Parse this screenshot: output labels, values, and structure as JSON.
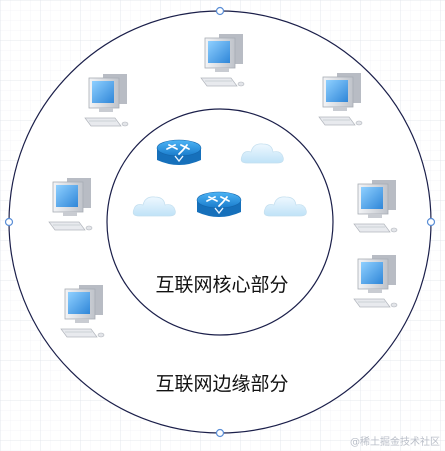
{
  "diagram": {
    "core_label": "互联网核心部分",
    "edge_label": "互联网边缘部分",
    "watermark": "@稀土掘金技术社区",
    "colors": {
      "grid": "#e6e9f0",
      "ring_stroke": "#1b1f4a",
      "handle_stroke": "#5a8ed6",
      "screen": "#4da3ee",
      "router": "#1b7fd1",
      "cloud": "#d4ecfb",
      "watermark": "#b9bec8"
    },
    "computers": [
      {
        "id": "pc-1"
      },
      {
        "id": "pc-2"
      },
      {
        "id": "pc-3"
      },
      {
        "id": "pc-4"
      },
      {
        "id": "pc-5"
      },
      {
        "id": "pc-6"
      },
      {
        "id": "pc-7"
      },
      {
        "id": "pc-8"
      }
    ],
    "routers": [
      {
        "id": "router-1"
      },
      {
        "id": "router-2"
      }
    ],
    "clouds": [
      {
        "id": "cloud-1"
      },
      {
        "id": "cloud-2"
      },
      {
        "id": "cloud-3"
      },
      {
        "id": "cloud-4"
      }
    ]
  }
}
